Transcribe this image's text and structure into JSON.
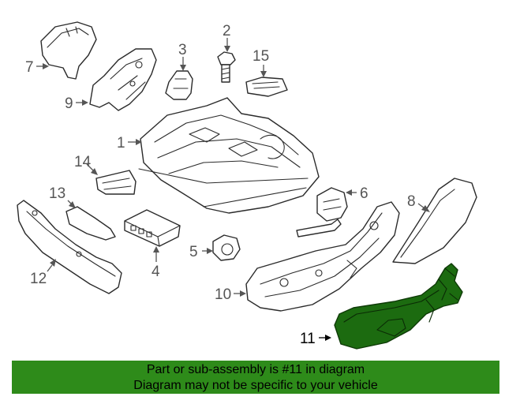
{
  "diagram": {
    "callouts": {
      "c1": "1",
      "c2": "2",
      "c3": "3",
      "c4": "4",
      "c5": "5",
      "c6": "6",
      "c7": "7",
      "c8": "8",
      "c9": "9",
      "c10": "10",
      "c11": "11",
      "c12": "12",
      "c13": "13",
      "c14": "14",
      "c15": "15"
    },
    "highlighted_part": "11",
    "colors": {
      "highlight_fill": "#1c6b10",
      "banner_background": "#2e8b1a",
      "line_art": "#2b2b2b",
      "callout_text": "#555555"
    }
  },
  "banner": {
    "line1": "Part or sub-assembly is #11 in diagram",
    "line2": "Diagram may not be specific to your vehicle"
  }
}
